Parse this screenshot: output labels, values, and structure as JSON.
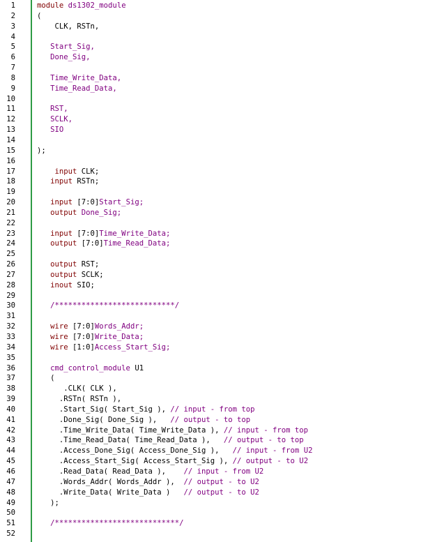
{
  "colors": {
    "keyword": "#800000",
    "type_keyword": "#800080",
    "comment": "#800080",
    "identifier": "#000000",
    "gutter_border": "#2e9b45"
  },
  "lines": [
    {
      "n": "1",
      "segs": [
        {
          "t": "module ",
          "c": "kw"
        },
        {
          "t": "ds1302_module",
          "c": "mod"
        }
      ]
    },
    {
      "n": "2",
      "segs": [
        {
          "t": "(",
          "c": "id"
        }
      ]
    },
    {
      "n": "3",
      "segs": [
        {
          "t": "    CLK, RSTn,",
          "c": "id"
        }
      ]
    },
    {
      "n": "4",
      "segs": []
    },
    {
      "n": "5",
      "segs": [
        {
          "t": "   Start_Sig,",
          "c": "tp"
        }
      ]
    },
    {
      "n": "6",
      "segs": [
        {
          "t": "   Done_Sig,",
          "c": "tp"
        }
      ]
    },
    {
      "n": "7",
      "segs": []
    },
    {
      "n": "8",
      "segs": [
        {
          "t": "   Time_Write_Data,",
          "c": "tp"
        }
      ]
    },
    {
      "n": "9",
      "segs": [
        {
          "t": "   Time_Read_Data,",
          "c": "tp"
        }
      ]
    },
    {
      "n": "10",
      "segs": []
    },
    {
      "n": "11",
      "segs": [
        {
          "t": "   RST,",
          "c": "tp"
        }
      ]
    },
    {
      "n": "12",
      "segs": [
        {
          "t": "   SCLK,",
          "c": "tp"
        }
      ]
    },
    {
      "n": "13",
      "segs": [
        {
          "t": "   SIO",
          "c": "tp"
        }
      ]
    },
    {
      "n": "14",
      "segs": []
    },
    {
      "n": "15",
      "segs": [
        {
          "t": ");",
          "c": "id"
        }
      ]
    },
    {
      "n": "16",
      "segs": []
    },
    {
      "n": "17",
      "segs": [
        {
          "t": "    input ",
          "c": "kw"
        },
        {
          "t": "CLK;",
          "c": "id"
        }
      ]
    },
    {
      "n": "18",
      "segs": [
        {
          "t": "   input ",
          "c": "kw"
        },
        {
          "t": "RSTn;",
          "c": "id"
        }
      ]
    },
    {
      "n": "19",
      "segs": []
    },
    {
      "n": "20",
      "segs": [
        {
          "t": "   input ",
          "c": "kw"
        },
        {
          "t": "[7:0]",
          "c": "id"
        },
        {
          "t": "Start_Sig;",
          "c": "tp"
        }
      ]
    },
    {
      "n": "21",
      "segs": [
        {
          "t": "   output ",
          "c": "kw"
        },
        {
          "t": "Done_Sig;",
          "c": "tp"
        }
      ]
    },
    {
      "n": "22",
      "segs": []
    },
    {
      "n": "23",
      "segs": [
        {
          "t": "   input ",
          "c": "kw"
        },
        {
          "t": "[7:0]",
          "c": "id"
        },
        {
          "t": "Time_Write_Data;",
          "c": "tp"
        }
      ]
    },
    {
      "n": "24",
      "segs": [
        {
          "t": "   output ",
          "c": "kw"
        },
        {
          "t": "[7:0]",
          "c": "id"
        },
        {
          "t": "Time_Read_Data;",
          "c": "tp"
        }
      ]
    },
    {
      "n": "25",
      "segs": []
    },
    {
      "n": "26",
      "segs": [
        {
          "t": "   output ",
          "c": "kw"
        },
        {
          "t": "RST;",
          "c": "id"
        }
      ]
    },
    {
      "n": "27",
      "segs": [
        {
          "t": "   output ",
          "c": "kw"
        },
        {
          "t": "SCLK;",
          "c": "id"
        }
      ]
    },
    {
      "n": "28",
      "segs": [
        {
          "t": "   inout ",
          "c": "kw"
        },
        {
          "t": "SIO;",
          "c": "id"
        }
      ]
    },
    {
      "n": "29",
      "segs": []
    },
    {
      "n": "30",
      "segs": [
        {
          "t": "   /***************************/",
          "c": "cm"
        }
      ]
    },
    {
      "n": "31",
      "segs": []
    },
    {
      "n": "32",
      "segs": [
        {
          "t": "   wire ",
          "c": "kw"
        },
        {
          "t": "[7:0]",
          "c": "id"
        },
        {
          "t": "Words_Addr;",
          "c": "tp"
        }
      ]
    },
    {
      "n": "33",
      "segs": [
        {
          "t": "   wire ",
          "c": "kw"
        },
        {
          "t": "[7:0]",
          "c": "id"
        },
        {
          "t": "Write_Data;",
          "c": "tp"
        }
      ]
    },
    {
      "n": "34",
      "segs": [
        {
          "t": "   wire ",
          "c": "kw"
        },
        {
          "t": "[1:0]",
          "c": "id"
        },
        {
          "t": "Access_Start_Sig;",
          "c": "tp"
        }
      ]
    },
    {
      "n": "35",
      "segs": []
    },
    {
      "n": "36",
      "segs": [
        {
          "t": "   cmd_control_module ",
          "c": "mod"
        },
        {
          "t": "U1",
          "c": "id"
        }
      ]
    },
    {
      "n": "37",
      "segs": [
        {
          "t": "   (",
          "c": "id"
        }
      ]
    },
    {
      "n": "38",
      "segs": [
        {
          "t": "      .CLK( CLK ),",
          "c": "id"
        }
      ]
    },
    {
      "n": "39",
      "segs": [
        {
          "t": "     .RSTn( RSTn ),",
          "c": "id"
        }
      ]
    },
    {
      "n": "40",
      "segs": [
        {
          "t": "     .Start_Sig( Start_Sig ), ",
          "c": "id"
        },
        {
          "t": "// input - from top",
          "c": "cm"
        }
      ]
    },
    {
      "n": "41",
      "segs": [
        {
          "t": "     .Done_Sig( Done_Sig ),   ",
          "c": "id"
        },
        {
          "t": "// output - to top",
          "c": "cm"
        }
      ]
    },
    {
      "n": "42",
      "segs": [
        {
          "t": "     .Time_Write_Data( Time_Write_Data ), ",
          "c": "id"
        },
        {
          "t": "// input - from top",
          "c": "cm"
        }
      ]
    },
    {
      "n": "43",
      "segs": [
        {
          "t": "     .Time_Read_Data( Time_Read_Data ),   ",
          "c": "id"
        },
        {
          "t": "// output - to top",
          "c": "cm"
        }
      ]
    },
    {
      "n": "44",
      "segs": [
        {
          "t": "     .Access_Done_Sig( Access_Done_Sig ),   ",
          "c": "id"
        },
        {
          "t": "// input - from U2",
          "c": "cm"
        }
      ]
    },
    {
      "n": "45",
      "segs": [
        {
          "t": "     .Access_Start_Sig( Access_Start_Sig ), ",
          "c": "id"
        },
        {
          "t": "// output - to U2",
          "c": "cm"
        }
      ]
    },
    {
      "n": "46",
      "segs": [
        {
          "t": "     .Read_Data( Read_Data ),    ",
          "c": "id"
        },
        {
          "t": "// input - from U2",
          "c": "cm"
        }
      ]
    },
    {
      "n": "47",
      "segs": [
        {
          "t": "     .Words_Addr( Words_Addr ),  ",
          "c": "id"
        },
        {
          "t": "// output - to U2",
          "c": "cm"
        }
      ]
    },
    {
      "n": "48",
      "segs": [
        {
          "t": "     .Write_Data( Write_Data )   ",
          "c": "id"
        },
        {
          "t": "// output - to U2",
          "c": "cm"
        }
      ]
    },
    {
      "n": "49",
      "segs": [
        {
          "t": "   );",
          "c": "id"
        }
      ]
    },
    {
      "n": "50",
      "segs": []
    },
    {
      "n": "51",
      "segs": [
        {
          "t": "   /****************************/",
          "c": "cm"
        }
      ]
    },
    {
      "n": "52",
      "segs": []
    }
  ]
}
